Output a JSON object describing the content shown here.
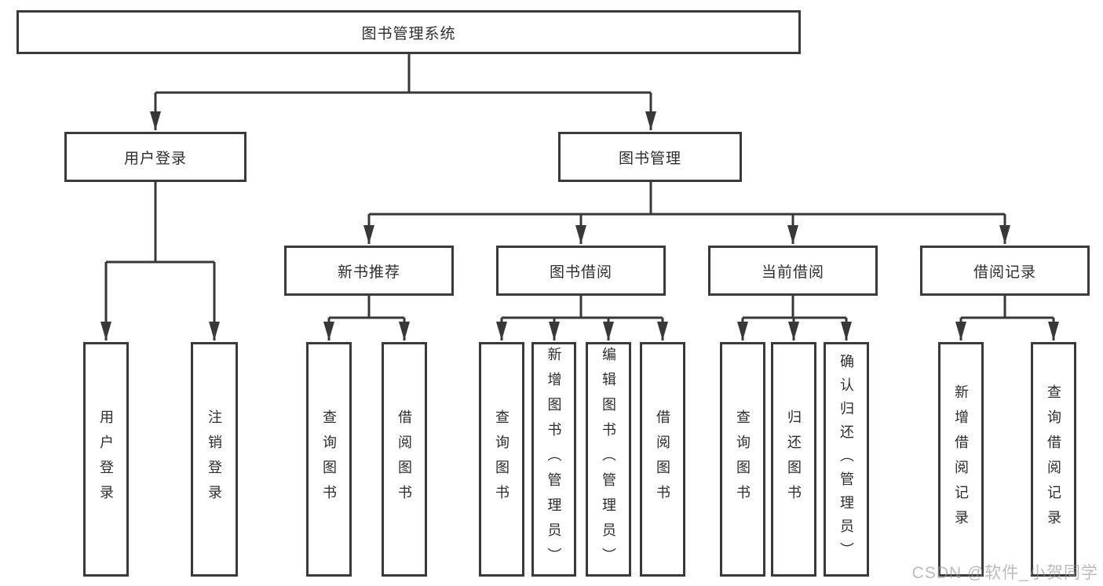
{
  "diagram": {
    "root": {
      "label": "图书管理系统",
      "children": [
        {
          "label": "用户登录",
          "children": [
            {
              "label": "用户登录"
            },
            {
              "label": "注销登录"
            }
          ]
        },
        {
          "label": "图书管理",
          "children": [
            {
              "label": "新书推荐",
              "children": [
                {
                  "label": "查询图书"
                },
                {
                  "label": "借阅图书"
                }
              ]
            },
            {
              "label": "图书借阅",
              "children": [
                {
                  "label": "查询图书"
                },
                {
                  "label": "新增图书（管理员）"
                },
                {
                  "label": "编辑图书（管理员）"
                },
                {
                  "label": "借阅图书"
                }
              ]
            },
            {
              "label": "当前借阅",
              "children": [
                {
                  "label": "查询图书"
                },
                {
                  "label": "归还图书"
                },
                {
                  "label": "确认归还（管理员）"
                }
              ]
            },
            {
              "label": "借阅记录",
              "children": [
                {
                  "label": "新增借阅记录"
                },
                {
                  "label": "查询借阅记录"
                }
              ]
            }
          ]
        }
      ]
    },
    "colors": {
      "line": "#383838",
      "box_border": "#3a3a3a",
      "text": "#2d2d2d",
      "watermark": "#919191"
    }
  },
  "watermark": {
    "text": "CSDN @软件_小贺同学"
  }
}
